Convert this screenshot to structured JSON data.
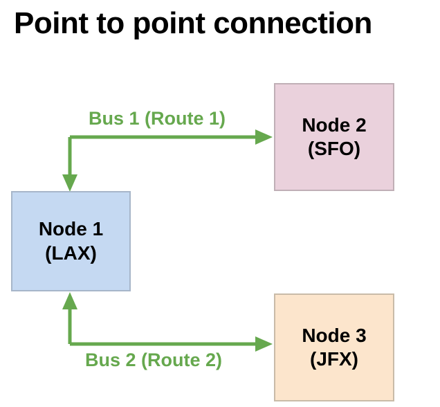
{
  "title": "Point to point connection",
  "theme": {
    "background": "#ffffff",
    "title_color": "#000000",
    "edge_color": "#66a84e",
    "edge_label_color": "#66a84e"
  },
  "nodes": [
    {
      "id": "node1",
      "name_line": "Node 1",
      "code_line": "(LAX)",
      "fill": "#c5d9f2",
      "stroke": "#a7b6c9"
    },
    {
      "id": "node2",
      "name_line": "Node 2",
      "code_line": "(SFO)",
      "fill": "#ead1dc",
      "stroke": "#c0afb6"
    },
    {
      "id": "node3",
      "name_line": "Node 3",
      "code_line": "(JFX)",
      "fill": "#fce5cc",
      "stroke": "#c9bba8"
    }
  ],
  "edges": [
    {
      "id": "bus1",
      "label": "Bus 1 (Route 1)",
      "from": "Node 1 (LAX)",
      "to": "Node 2 (SFO)",
      "color": "#66a84e"
    },
    {
      "id": "bus2",
      "label": "Bus 2 (Route 2)",
      "from": "Node 3 (JFX)",
      "to": "Node 1 (LAX)",
      "color": "#66a84e"
    }
  ]
}
